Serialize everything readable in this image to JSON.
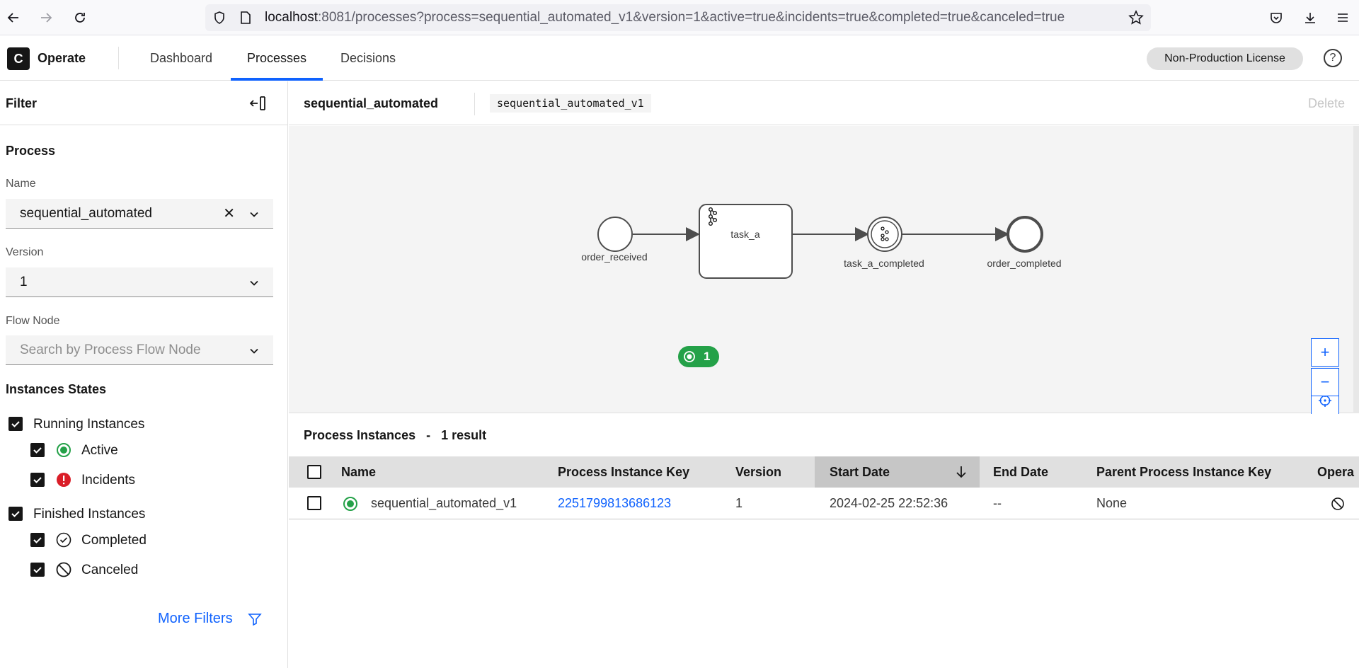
{
  "browser": {
    "url_host": "localhost",
    "url_rest": ":8081/processes?process=sequential_automated_v1&version=1&active=true&incidents=true&completed=true&canceled=true"
  },
  "app": {
    "logo_letter": "C",
    "name": "Operate",
    "tabs": [
      {
        "label": "Dashboard",
        "active": false
      },
      {
        "label": "Processes",
        "active": true
      },
      {
        "label": "Decisions",
        "active": false
      }
    ],
    "license": "Non-Production License",
    "help_symbol": "?"
  },
  "filter": {
    "title": "Filter",
    "process_section": "Process",
    "name_label": "Name",
    "name_value": "sequential_automated",
    "version_label": "Version",
    "version_value": "1",
    "flow_node_label": "Flow Node",
    "flow_node_placeholder": "Search by Process Flow Node",
    "states_title": "Instances States",
    "running": {
      "label": "Running Instances",
      "checked": true
    },
    "active": {
      "label": "Active",
      "checked": true
    },
    "incidents": {
      "label": "Incidents",
      "checked": true
    },
    "finished": {
      "label": "Finished Instances",
      "checked": true
    },
    "completed": {
      "label": "Completed",
      "checked": true
    },
    "canceled": {
      "label": "Canceled",
      "checked": true
    },
    "more_filters": "More Filters"
  },
  "process": {
    "name": "sequential_automated",
    "id": "sequential_automated_v1",
    "delete_label": "Delete"
  },
  "diagram": {
    "nodes": {
      "start_event": "order_received",
      "task": "task_a",
      "intermediate_event": "task_a_completed",
      "end_event": "order_completed"
    },
    "active_token_count": "1",
    "zoom": {
      "reset": "⌖",
      "in": "+",
      "out": "−"
    }
  },
  "instances": {
    "title": "Process Instances",
    "separator": "-",
    "result_count": "1 result",
    "columns": [
      "Name",
      "Process Instance Key",
      "Version",
      "Start Date",
      "End Date",
      "Parent Process Instance Key",
      "Opera"
    ],
    "sorted_column": "Start Date",
    "rows": [
      {
        "name": "sequential_automated_v1",
        "key": "2251799813686123",
        "version": "1",
        "start_date": "2024-02-25 22:52:36",
        "end_date": "--",
        "parent_key": "None",
        "state": "active"
      }
    ]
  },
  "colors": {
    "accent": "#0f62fe",
    "active_green": "#24a148",
    "incident_red": "#da1e28"
  }
}
